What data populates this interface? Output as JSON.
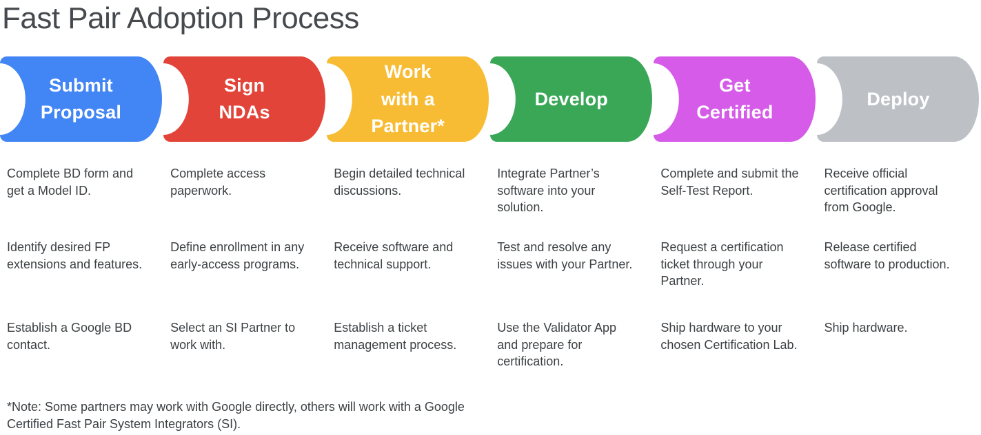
{
  "title": "Fast Pair Adoption Process",
  "stages": [
    {
      "label": "Submit\nProposal",
      "color": "#4285F4",
      "items": [
        "Complete BD form and get a Model ID.",
        "Identify desired FP extensions and features.",
        "Establish a Google BD contact."
      ]
    },
    {
      "label": "Sign\nNDAs",
      "color": "#E2443A",
      "items": [
        "Complete access paperwork.",
        "Define enrollment in any early-access programs.",
        "Select an SI Partner to work with."
      ]
    },
    {
      "label": "Work\nwith a\nPartner*",
      "color": "#F8BC34",
      "items": [
        "Begin detailed technical discussions.",
        "Receive software and technical support.",
        "Establish a ticket management process."
      ]
    },
    {
      "label": "Develop",
      "color": "#3AA757",
      "items": [
        "Integrate Partner’s software into your solution.",
        "Test and resolve any issues with your Partner.",
        "Use the Validator App and prepare for certification."
      ]
    },
    {
      "label": "Get\nCertified",
      "color": "#D55BE8",
      "items": [
        "Complete and submit the Self-Test Report.",
        "Request a certification ticket through your Partner.",
        "Ship hardware to your chosen Certification Lab."
      ]
    },
    {
      "label": "Deploy",
      "color": "#BDC1C6",
      "items": [
        "Receive official certification approval from Google.",
        "Release certified software to production.",
        "Ship hardware."
      ]
    }
  ],
  "note": "*Note: Some partners may work with Google directly, others will work with a Google Certified Fast Pair System Integrators (SI)."
}
